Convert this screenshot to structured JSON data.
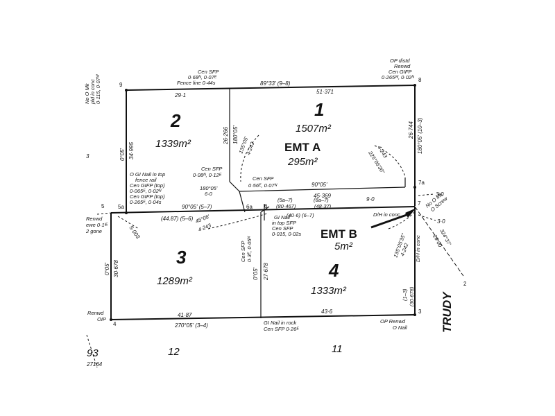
{
  "road": {
    "name": "TRUDY"
  },
  "lots": [
    {
      "id": "lot1",
      "number": "1",
      "area": "1507m²"
    },
    {
      "id": "lot2",
      "number": "2",
      "area": "1339m²"
    },
    {
      "id": "lot3",
      "number": "3",
      "area": "1289m²"
    },
    {
      "id": "lot4",
      "number": "4",
      "area": "1333m²"
    }
  ],
  "easements": [
    {
      "id": "emtA",
      "label": "EMT A",
      "area": "295m²"
    },
    {
      "id": "emtB",
      "label": "EMT B",
      "area": "5m²"
    }
  ],
  "corners": {
    "c9": "9",
    "c8": "8",
    "c7a": "7a",
    "c7": "7",
    "c5": "5",
    "c5a": "5a",
    "c6a": "6a",
    "c6": "6",
    "c4": "4",
    "c3": "3",
    "c2": "2"
  },
  "adjoining": {
    "lot12": "12",
    "lot11": "11",
    "lot93": "93",
    "ref27164": "27164"
  },
  "dimensions": {
    "top_bearing": "89°33' (9–8)",
    "top_left": "29·1",
    "top_right": "51·371",
    "left_upper_bearing": "0°05'",
    "left_upper_len": "34·995",
    "inner_v_len": "26·266",
    "inner_v_bearing": "180°05'",
    "right_upper_len": "26·744",
    "right_upper_bearing": "180°05' (10–3)",
    "mid_bearing": "90°05' (5–7)",
    "mid_left": "(44.87) (5–6)",
    "mid_5a7": "(5a–7)",
    "mid_80467": "(80·467)",
    "mid_406": "(40·6) (6–7)",
    "mid_6a7": "(6a–7)",
    "mid_4837": "(48·37)",
    "emt_bearing": "90°05'",
    "emt_len": "45·369",
    "seg_90": "9·0",
    "seg_30a": "3·0",
    "seg_30b": "3·0",
    "lower_left_bearing": "0°05'",
    "lower_left_len": "30·678",
    "lower_mid_bearing": "0°05'",
    "lower_mid_len": "27·678",
    "lower_right_a": "(1–3)",
    "lower_right_b": "(30·678)",
    "bottom_left": "41·87",
    "bottom_bearing": "270°05' (3–4)",
    "bottom_right": "43·6",
    "diag_5003": "5·003",
    "diag_45": "45°05'",
    "diag_4243": "4·243",
    "diag_135a": "135°05'",
    "diag_4243b": "4·243",
    "diag_225": "225°05'30\"",
    "diag_4243c": "4·243",
    "diag_135b": "135°05'35\"",
    "diag_4242": "4·242",
    "diag_324": "324°37'",
    "diag_2600": "26·00",
    "small_180": "180°05'",
    "small_60": "6·0",
    "left_edge_3": "3"
  },
  "notes": {
    "cen_sfp_top": [
      "Cen SFP",
      "0·68ᴺ, 0·07ᴱ",
      "Fence line 0·44s"
    ],
    "op_dist": [
      "OP distd",
      "Renwd",
      "Cen GIFP",
      "0·265ᵂ, 0·02ᴺ"
    ],
    "no_o_mk": [
      "No O Mk",
      "pld in conc",
      "0·115, 0·07ᵂ"
    ],
    "gi_nail_top": [
      "O GI Nail in top",
      "fence rail",
      "Cen GIFP (top)",
      "0·065ᴱ, 0·02ᴺ",
      "Cen GIFP (top)",
      "0·265ᴱ, 0·04s"
    ],
    "cen_sfp_mid": [
      "Cen SFP",
      "0·08ᴺ, 0·12ᴱ"
    ],
    "cen_sfp_emt": [
      "Cen SFP",
      "0·56ᴱ, 0·07ᴺ"
    ],
    "renwd_left": [
      "Renwd",
      "ewe 0·1ᴵᴱ",
      "2 gone"
    ],
    "gi_nail_sfp": [
      "GI Nail",
      "in top SFP",
      "Cen SFP",
      "0·015, 0·02s"
    ],
    "cen_sfp_vert": [
      "Cen SFP",
      "0·3ᴱ, 0·05ᴺ"
    ],
    "dh_conc_top": [
      "D/H in conc"
    ],
    "no_o_screw": [
      "No O Mk",
      "O Screw"
    ],
    "dh_conc_vert": [
      "D/H in conc"
    ],
    "renwd_oip": [
      "Renwd",
      "OIP"
    ],
    "gi_nail_rock": [
      "GI Nail in rock",
      "Cen SFP 0·26ᴱ"
    ],
    "op_renwd_nail": [
      "OP Renwd",
      "O Nail"
    ]
  }
}
